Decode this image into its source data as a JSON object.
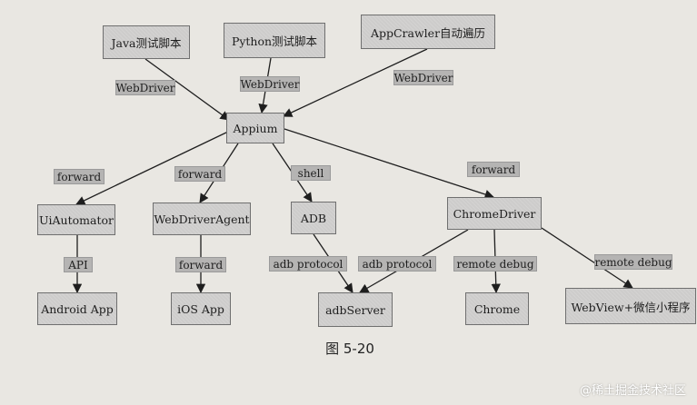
{
  "diagram": {
    "nodes": {
      "java_scripts": "Java测试脚本",
      "python_scripts": "Python测试脚本",
      "appcrawler": "AppCrawler自动遍历",
      "appium": "Appium",
      "uiautomator": "UiAutomator",
      "webdriveragent": "WebDriverAgent",
      "adb": "ADB",
      "chromedriver": "ChromeDriver",
      "android_app": "Android App",
      "ios_app": "iOS App",
      "adbserver": "adbServer",
      "chrome": "Chrome",
      "webview": "WebView+微信小程序"
    },
    "edge_labels": {
      "webdriver_java": "WebDriver",
      "webdriver_python": "WebDriver",
      "webdriver_appcrawler": "WebDriver",
      "forward_uiautomator": "forward",
      "forward_webdriveragent": "forward",
      "shell_adb": "shell",
      "forward_chromedriver": "forward",
      "api_android": "API",
      "forward_ios": "forward",
      "adb_protocol_adb": "adb protocol",
      "adb_protocol_chromedriver": "adb protocol",
      "remote_debug_chrome": "remote debug",
      "remote_debug_webview": "remote debug"
    },
    "edges": [
      [
        "java_scripts",
        "appium"
      ],
      [
        "python_scripts",
        "appium"
      ],
      [
        "appcrawler",
        "appium"
      ],
      [
        "appium",
        "uiautomator"
      ],
      [
        "appium",
        "webdriveragent"
      ],
      [
        "appium",
        "adb"
      ],
      [
        "appium",
        "chromedriver"
      ],
      [
        "uiautomator",
        "android_app"
      ],
      [
        "webdriveragent",
        "ios_app"
      ],
      [
        "adb",
        "adbserver"
      ],
      [
        "chromedriver",
        "adbserver"
      ],
      [
        "chromedriver",
        "chrome"
      ],
      [
        "chromedriver",
        "webview"
      ]
    ],
    "caption": "图 5-20"
  },
  "watermark": "@稀土掘金技术社区",
  "colors": {
    "background": "#e9e7e2",
    "node_fill": "#cdcccb",
    "label_fill": "#b5b4b3",
    "line": "#1e1e1e"
  }
}
